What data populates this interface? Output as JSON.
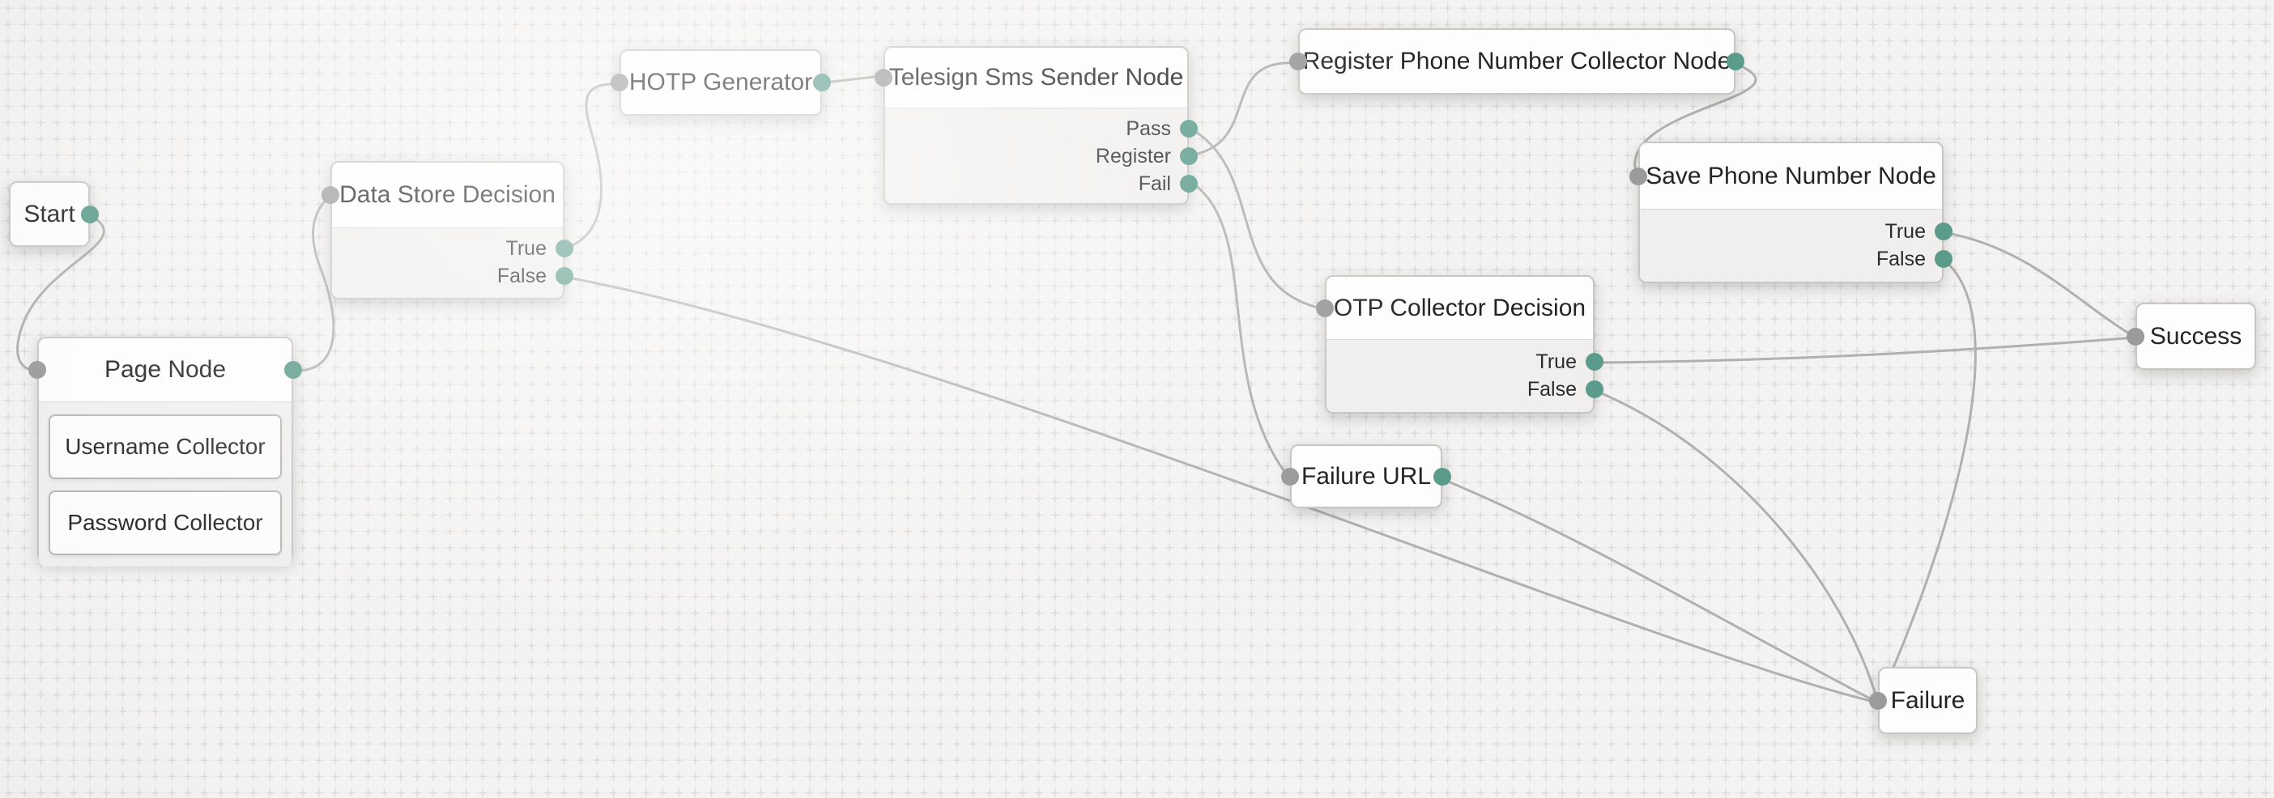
{
  "canvas": {
    "type": "authentication-tree-editor"
  },
  "colors": {
    "canvas_bg": "#f4f3f2",
    "output_port": "#5b9b8b",
    "input_port": "#9b9b9b",
    "edge": "#b1b0ae",
    "node_bg": "#fdfdfd",
    "outcome_section_bg": "#f0efee"
  },
  "nodes": {
    "start": {
      "title": "Start"
    },
    "page_node": {
      "title": "Page Node",
      "sub_nodes": [
        {
          "label": "Username Collector"
        },
        {
          "label": "Password Collector"
        }
      ]
    },
    "data_store_decision": {
      "title": "Data Store Decision",
      "outcomes": [
        {
          "label": "True"
        },
        {
          "label": "False"
        }
      ]
    },
    "hotp_generator": {
      "title": "HOTP Generator"
    },
    "telesign_sms_sender": {
      "title": "Telesign Sms Sender Node",
      "outcomes": [
        {
          "label": "Pass"
        },
        {
          "label": "Register"
        },
        {
          "label": "Fail"
        }
      ]
    },
    "register_phone_collector": {
      "title": "Register Phone Number Collector Node"
    },
    "save_phone_number": {
      "title": "Save Phone Number Node",
      "outcomes": [
        {
          "label": "True"
        },
        {
          "label": "False"
        }
      ]
    },
    "otp_collector_decision": {
      "title": "OTP Collector Decision",
      "outcomes": [
        {
          "label": "True"
        },
        {
          "label": "False"
        }
      ]
    },
    "failure_url": {
      "title": "Failure URL"
    },
    "success": {
      "title": "Success"
    },
    "failure": {
      "title": "Failure"
    }
  },
  "edges": [
    {
      "from": "Start",
      "to": "Page Node"
    },
    {
      "from": "Page Node",
      "to": "Data Store Decision"
    },
    {
      "from": "Data Store Decision / True",
      "to": "HOTP Generator"
    },
    {
      "from": "Data Store Decision / False",
      "to": "Failure"
    },
    {
      "from": "HOTP Generator",
      "to": "Telesign Sms Sender Node"
    },
    {
      "from": "Telesign Sms Sender Node / Pass",
      "to": "OTP Collector Decision"
    },
    {
      "from": "Telesign Sms Sender Node / Register",
      "to": "Register Phone Number Collector Node"
    },
    {
      "from": "Telesign Sms Sender Node / Fail",
      "to": "Failure URL"
    },
    {
      "from": "Register Phone Number Collector Node",
      "to": "Save Phone Number Node"
    },
    {
      "from": "Save Phone Number Node / True",
      "to": "Success"
    },
    {
      "from": "Save Phone Number Node / False",
      "to": "Failure"
    },
    {
      "from": "OTP Collector Decision / True",
      "to": "Success"
    },
    {
      "from": "OTP Collector Decision / False",
      "to": "Failure"
    },
    {
      "from": "Failure URL",
      "to": "Failure"
    }
  ]
}
